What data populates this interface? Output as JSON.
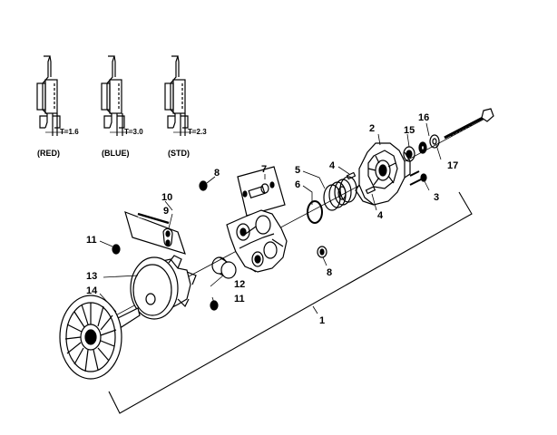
{
  "variants": [
    {
      "caption": "(RED)",
      "thickness": "T=1.6"
    },
    {
      "caption": "(BLUE)",
      "thickness": "T=3.0"
    },
    {
      "caption": "(STD)",
      "thickness": "T=2.3"
    }
  ],
  "callouts": {
    "c1": "1",
    "c2": "2",
    "c3": "3",
    "c4a": "4",
    "c4b": "4",
    "c5": "5",
    "c6": "6",
    "c7": "7",
    "c8a": "8",
    "c8b": "8",
    "c9": "9",
    "c10": "10",
    "c11a": "11",
    "c11b": "11",
    "c12": "12",
    "c13": "13",
    "c14": "14",
    "c15": "15",
    "c16": "16",
    "c17": "17"
  }
}
